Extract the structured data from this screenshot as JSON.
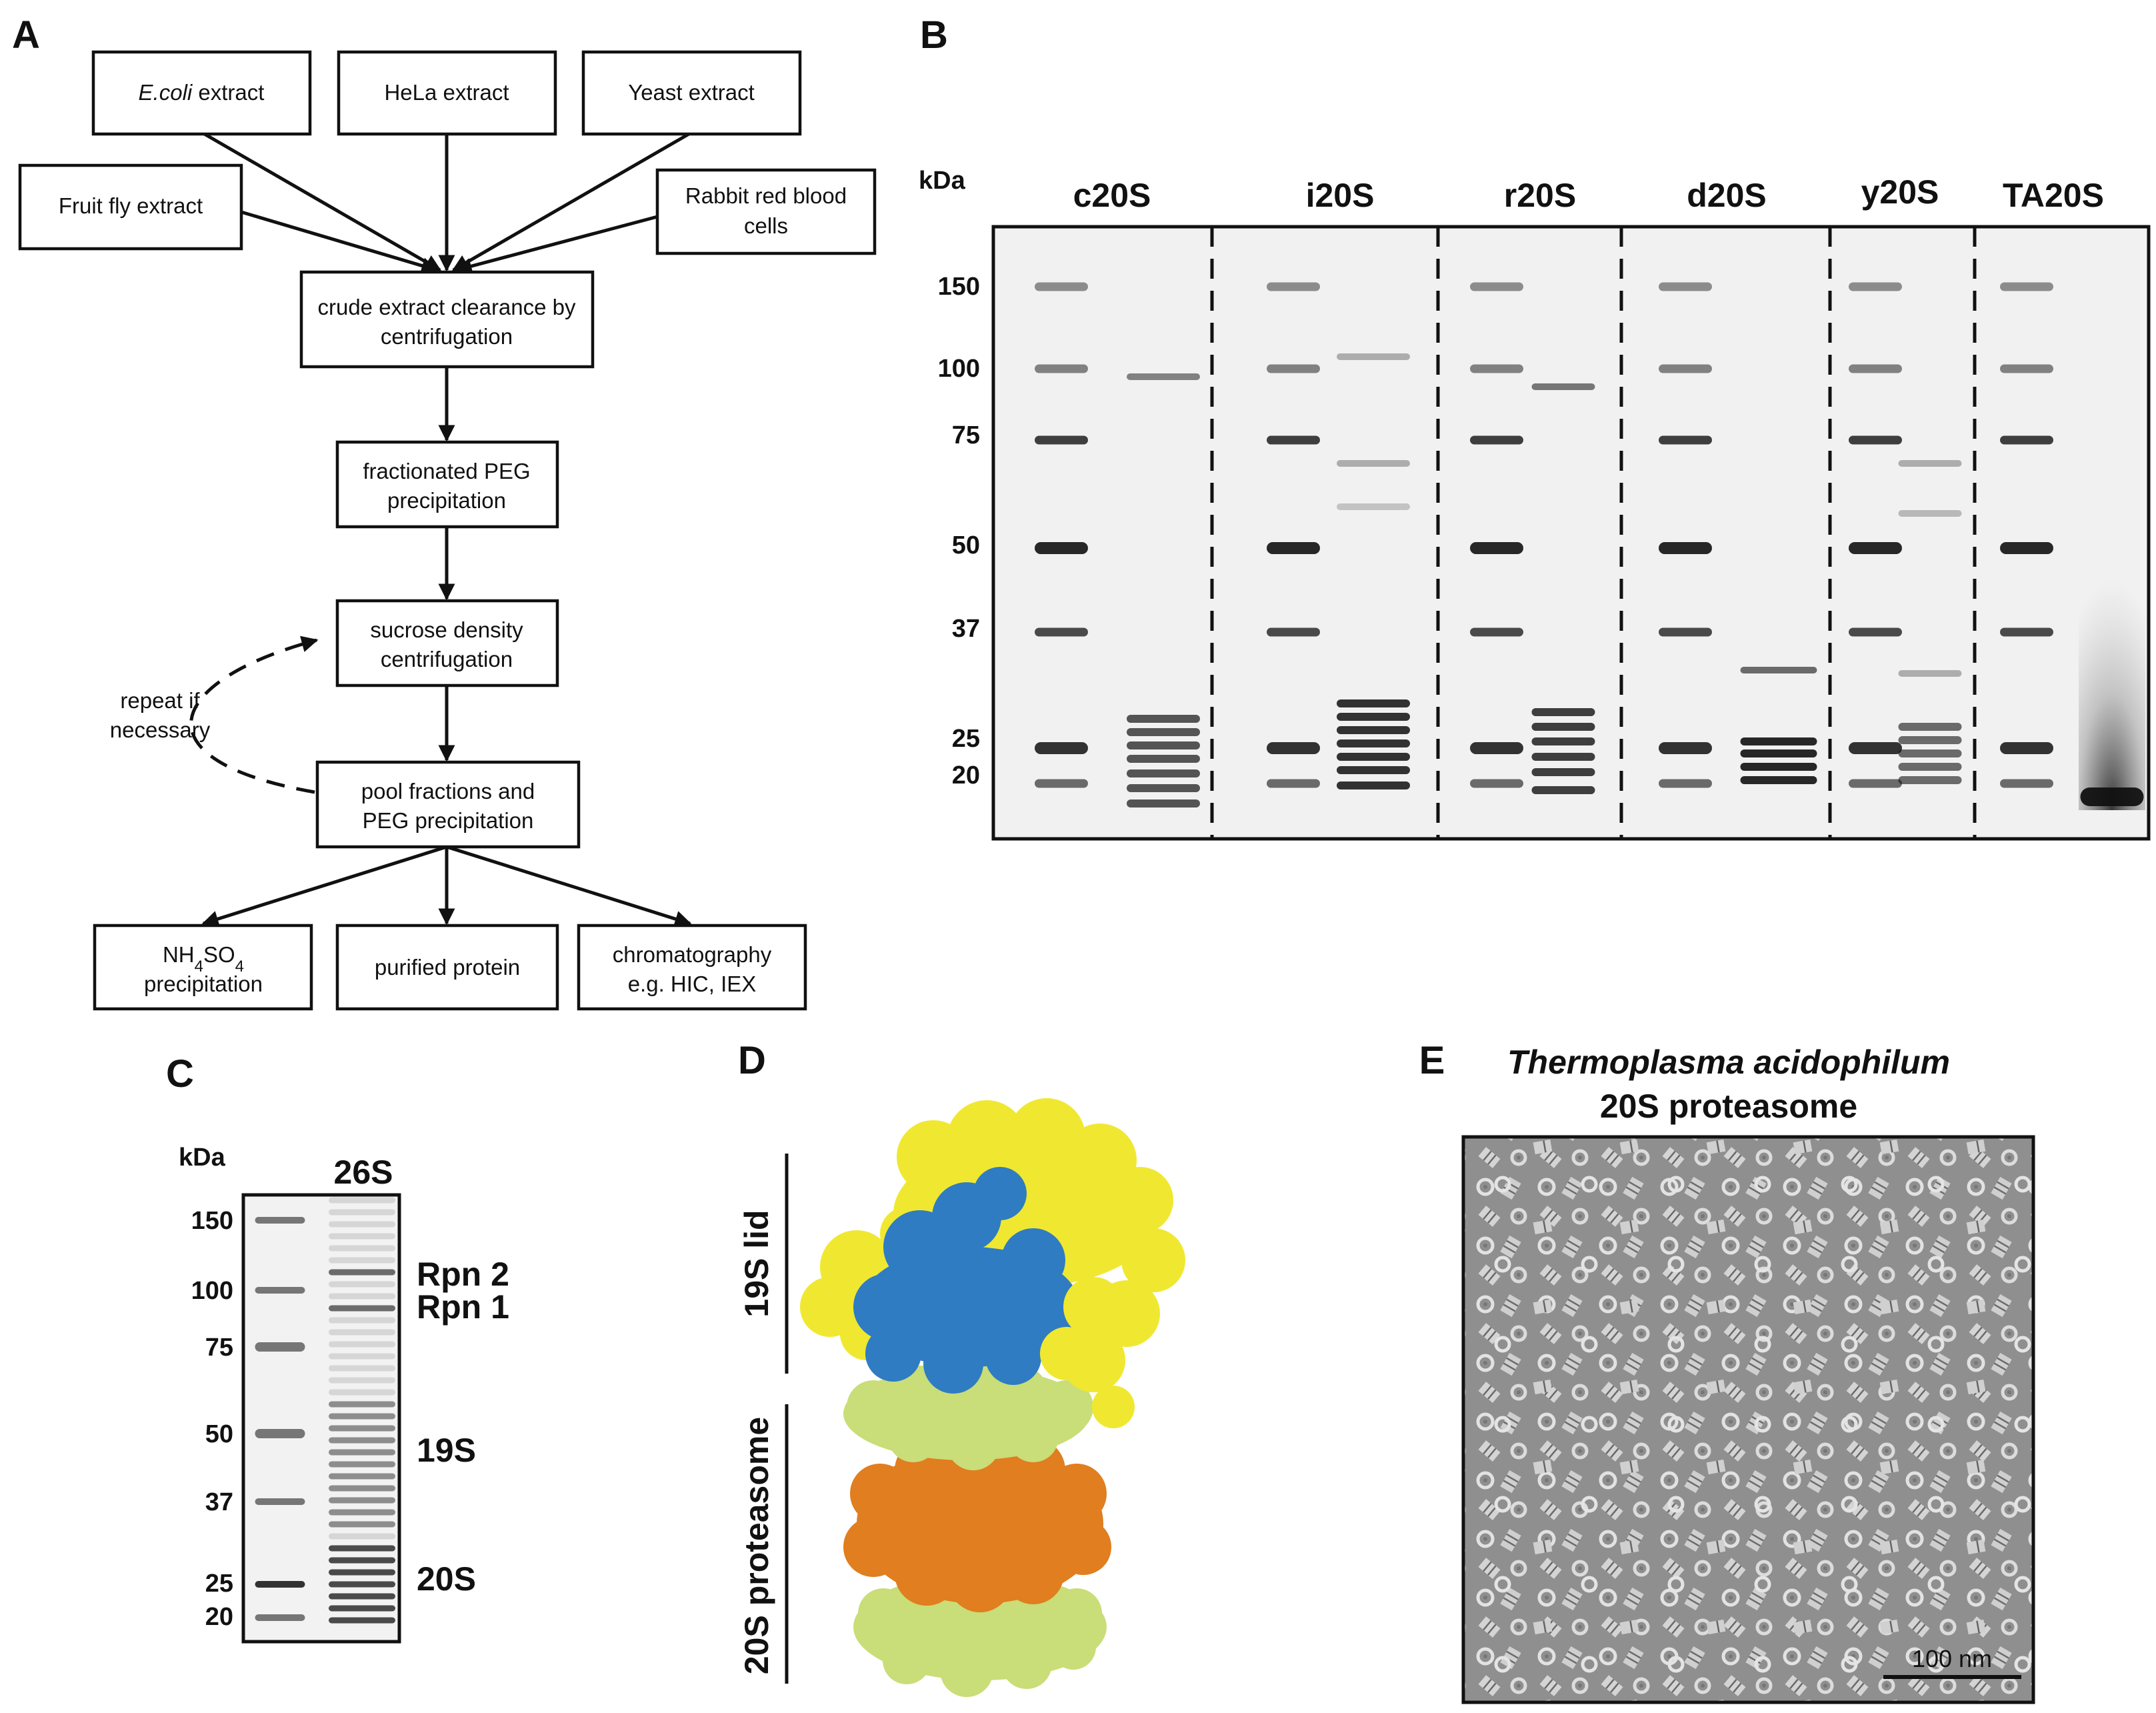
{
  "panels": {
    "a": "A",
    "b": "B",
    "c": "C",
    "d": "D",
    "e": "E"
  },
  "panel_a": {
    "sources": [
      "E.coli",
      "extract",
      "HeLa extract",
      "Yeast extract",
      "Fruit fly extract",
      "Rabbit red blood",
      "cells"
    ],
    "steps": {
      "s1a": "crude extract clearance by",
      "s1b": "centrifugation",
      "s2a": "fractionated PEG",
      "s2b": "precipitation",
      "s3a": "sucrose density",
      "s3b": "centrifugation",
      "s4a": "pool fractions and",
      "s4b": "PEG precipitation"
    },
    "repeat": [
      "repeat if",
      "necessary"
    ],
    "outputs": {
      "nh_1": "NH",
      "nh_2": "4",
      "nh_3": "SO",
      "nh_4": "4",
      "nh_b": "precipitation",
      "pure": "purified protein",
      "chrom_a": "chromatography",
      "chrom_b": "e.g. HIC, IEX"
    }
  },
  "panel_b": {
    "unit": "kDa",
    "lanes": [
      "c20S",
      "i20S",
      "r20S",
      "d20S",
      "y20S",
      "TA20S"
    ],
    "markers": [
      "150",
      "100",
      "75",
      "50",
      "37",
      "25",
      "20"
    ]
  },
  "panel_c": {
    "unit": "kDa",
    "lane": "26S",
    "markers": [
      "150",
      "100",
      "75",
      "50",
      "37",
      "25",
      "20"
    ],
    "band_labels": [
      "Rpn 2",
      "Rpn 1",
      "19S",
      "20S"
    ]
  },
  "panel_d": {
    "labels": [
      "19S lid",
      "20S proteasome"
    ],
    "colors": {
      "yellow": "#f0e830",
      "blue": "#2f7cc3",
      "light_green": "#c9dd78",
      "orange": "#e07e20"
    }
  },
  "panel_e": {
    "title_1": "Thermoplasma acidophilum",
    "title_2": "20S proteasome",
    "scale_bar": "100 nm"
  }
}
